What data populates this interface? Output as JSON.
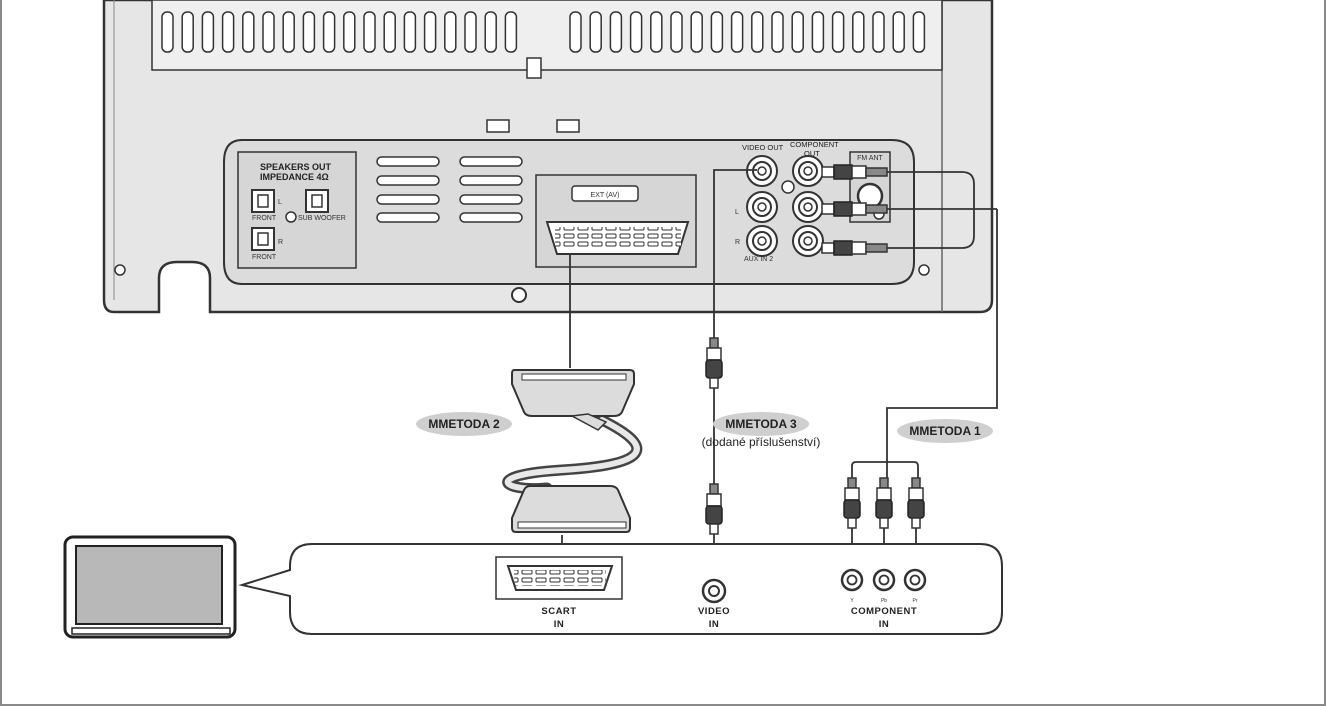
{
  "device": {
    "speakers_title_1": "SPEAKERS OUT",
    "speakers_title_2": "IMPEDANCE 4Ω",
    "front_label_1": "FRONT",
    "front_label_2": "FRONT",
    "subwoofer_label": "SUB WOOFER",
    "channel_l": "L",
    "channel_r": "R",
    "ext_av_label": "EXT (AV)",
    "video_out_label": "VIDEO OUT",
    "component_out_label_1": "COMPONENT",
    "component_out_label_2": "OUT",
    "fm_ant_label": "FM ANT",
    "aux_in_label": "AUX IN 2",
    "aux_l": "L",
    "aux_r": "R"
  },
  "methods": {
    "method1": "MMETODA  1",
    "method2": "MMETODA  2",
    "method3": "MMETODA  3",
    "accessory_note": "(dodané příslušenství)"
  },
  "tv_panel": {
    "scart_line1": "SCART",
    "scart_line2": "IN",
    "video_line1": "VIDEO",
    "video_line2": "IN",
    "component_line1": "COMPONENT",
    "component_line2": "IN",
    "comp_y": "Y",
    "comp_pb": "Pb",
    "comp_pr": "Pr"
  },
  "colors": {
    "device_body": "#e6e6e6",
    "outline": "#333333",
    "method_badge": "#cfcfcf",
    "tv_screen": "#b8b8b8"
  }
}
